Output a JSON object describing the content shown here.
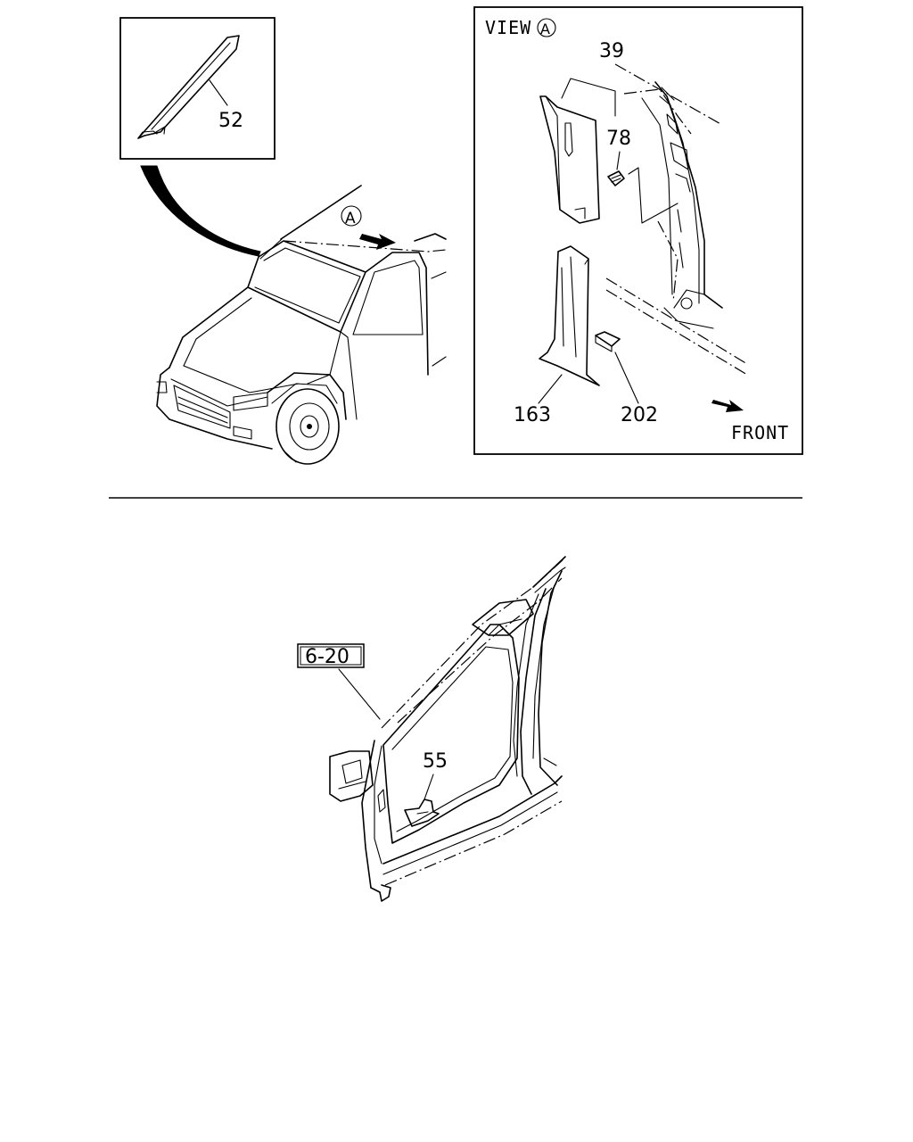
{
  "callouts": {
    "p52": "52",
    "p39": "39",
    "p78": "78",
    "p163": "163",
    "p202": "202",
    "p55": "55",
    "ref_box": "6-20"
  },
  "view_box": {
    "view_word": "VIEW",
    "view_letter": "A",
    "front_label": "FRONT"
  },
  "vehicle_marker": "A"
}
